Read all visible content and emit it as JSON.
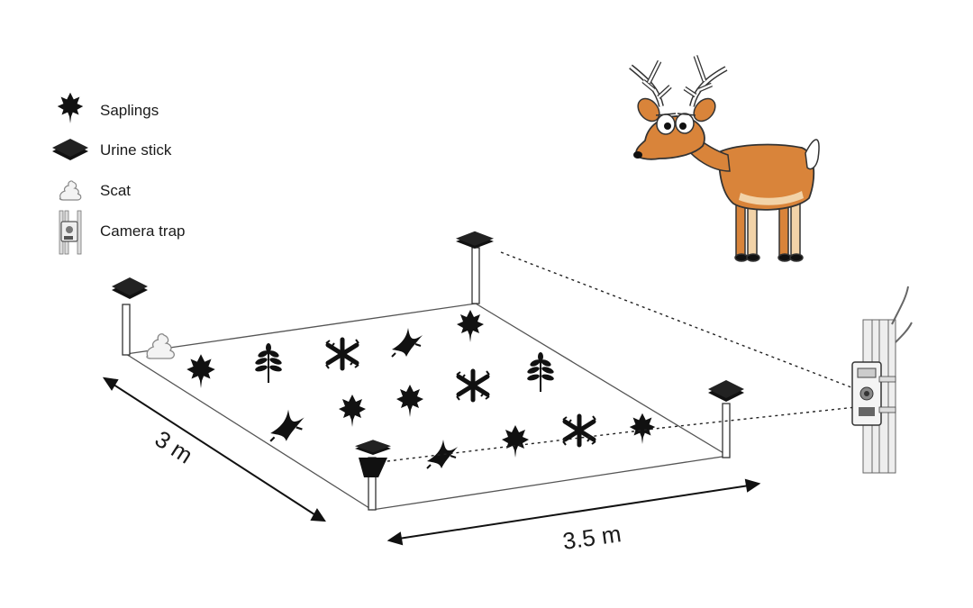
{
  "legend": {
    "items": [
      {
        "key": "sapling",
        "label": "Saplings"
      },
      {
        "key": "urine-stick",
        "label": "Urine stick"
      },
      {
        "key": "scat",
        "label": "Scat"
      },
      {
        "key": "camera-trap",
        "label": "Camera trap"
      }
    ]
  },
  "plot": {
    "width_label": "3 m",
    "length_label": "3.5 m"
  },
  "colors": {
    "ink": "#111111",
    "deer_body": "#d9843a",
    "deer_belly": "#f2d3a8",
    "line": "#222222"
  },
  "icons": [
    "maple-leaf-icon",
    "urine-stick-icon",
    "scat-icon",
    "camera-trap-icon",
    "deer-illustration"
  ]
}
